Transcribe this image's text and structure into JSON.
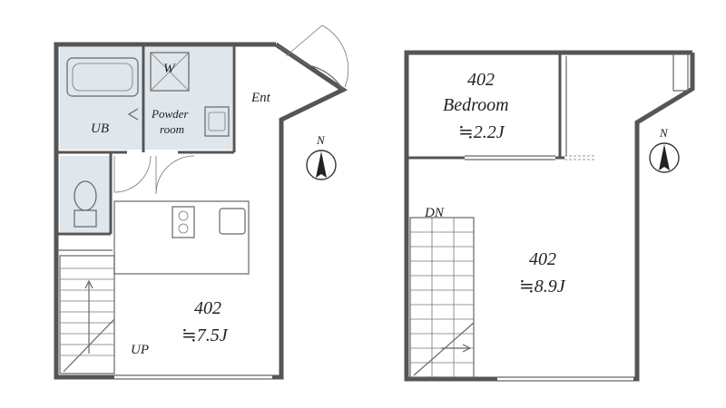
{
  "floor1": {
    "bath_label": "UB",
    "washer_label": "W",
    "powder_label_1": "Powder",
    "powder_label_2": "room",
    "entrance_label": "Ent",
    "room_number": "402",
    "room_area": "≒7.5J",
    "stair_label": "UP",
    "compass_label": "N"
  },
  "floor2": {
    "bedroom_number": "402",
    "bedroom_label": "Bedroom",
    "bedroom_area": "≒2.2J",
    "room_number": "402",
    "room_area": "≒8.9J",
    "stair_label": "DN",
    "compass_label": "N"
  },
  "colors": {
    "wall": "#555555",
    "wet_area": "#dfe6ec"
  }
}
